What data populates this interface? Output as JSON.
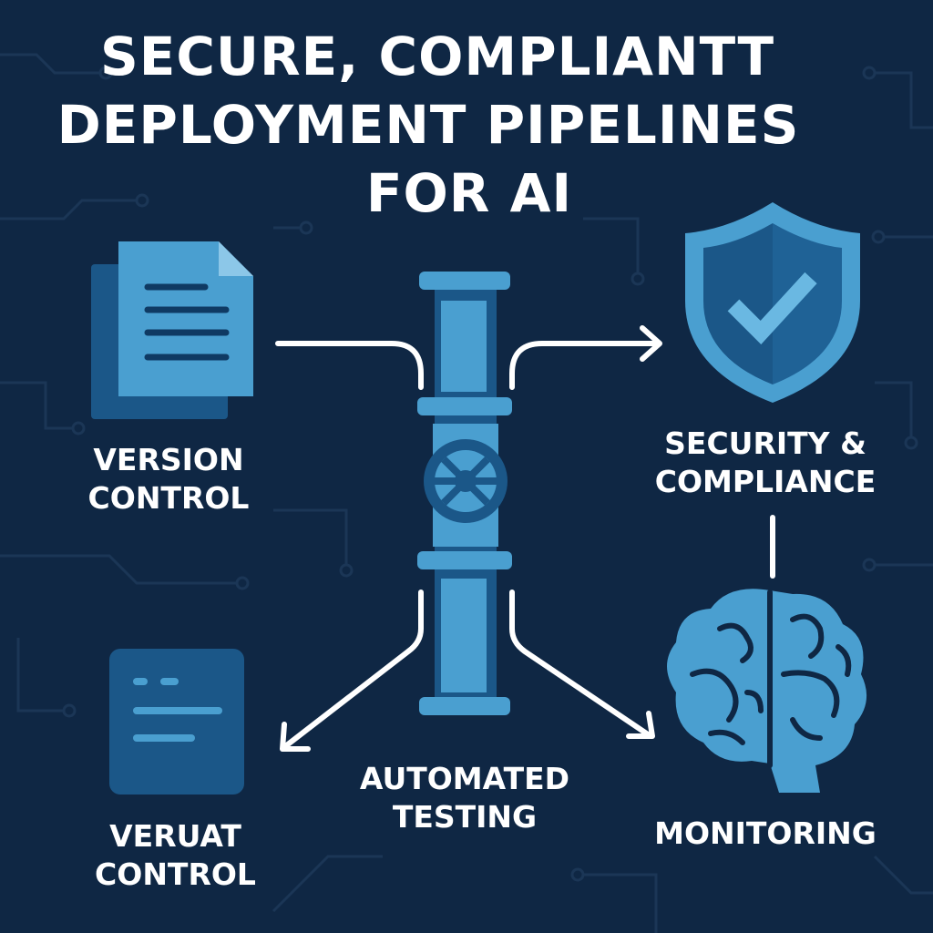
{
  "title": {
    "line1": "SECURE, COMPLIANTT",
    "line2": "DEPLOYMENT PIPELINES",
    "line3": "FOR AI"
  },
  "nodes": {
    "version_control": {
      "line1": "VERSION",
      "line2": "CONTROL",
      "icon": "document-stack-icon"
    },
    "security": {
      "line1": "SECURITY &",
      "line2": "COMPLIANCE",
      "icon": "shield-check-icon"
    },
    "monitoring": {
      "line1": "MONITORING",
      "icon": "brain-icon"
    },
    "veruat_control": {
      "line1": "VERUAT",
      "line2": "CONTROL",
      "icon": "document-card-icon"
    },
    "automated_testing": {
      "line1": "AUTOMATED",
      "line2": "TESTING",
      "icon": "pipeline-valve-icon"
    }
  },
  "colors": {
    "background": "#0f2744",
    "accent_light": "#4a9fd0",
    "accent_dark": "#1b5788",
    "text": "#ffffff"
  }
}
